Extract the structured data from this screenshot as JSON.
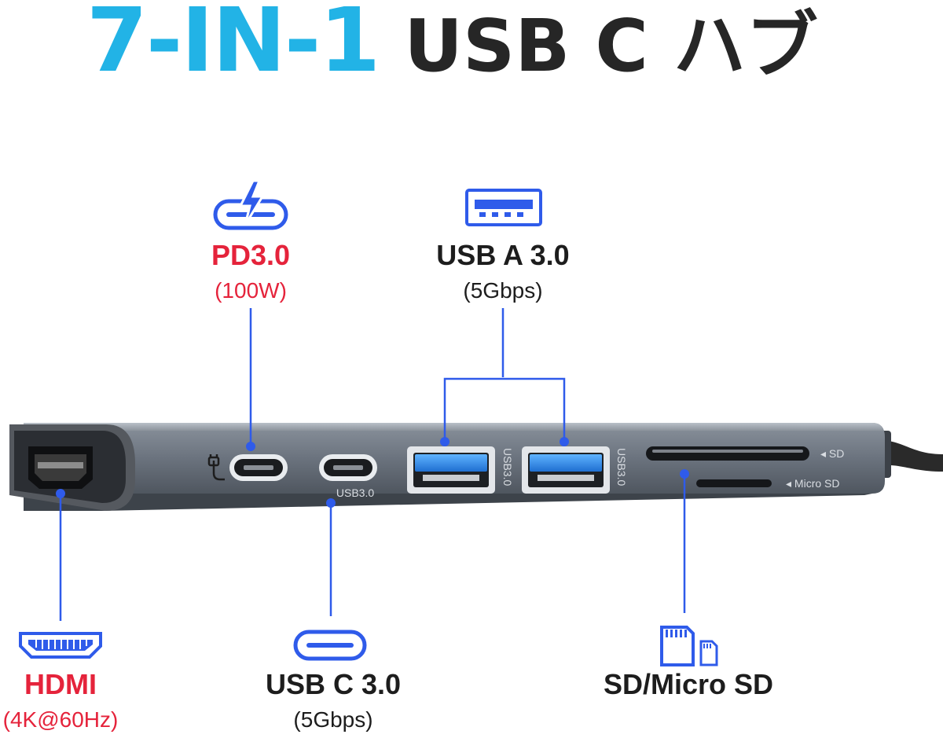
{
  "title": {
    "accent": "7-IN-1",
    "main": "USB C ハブ"
  },
  "ports": {
    "pd": {
      "name": "PD3.0",
      "spec": "(100W)"
    },
    "usba": {
      "name": "USB A 3.0",
      "spec": "(5Gbps)"
    },
    "hdmi": {
      "name": "HDMI",
      "spec": "(4K@60Hz)"
    },
    "usbc": {
      "name": "USB C 3.0",
      "spec": "(5Gbps)"
    },
    "sd": {
      "name": "SD/Micro SD"
    }
  },
  "device_labels": {
    "usbc_port": "USB3.0",
    "usba_port": "USB3.0",
    "sd_slot": "◂ SD",
    "microsd_slot": "◂ Micro SD"
  },
  "colors": {
    "accent": "#22b3e6",
    "pd_label": "#e5233b",
    "hdmi_label": "#e5233b",
    "leader_line": "#2f5bea",
    "hub_body": "#6b737e"
  }
}
